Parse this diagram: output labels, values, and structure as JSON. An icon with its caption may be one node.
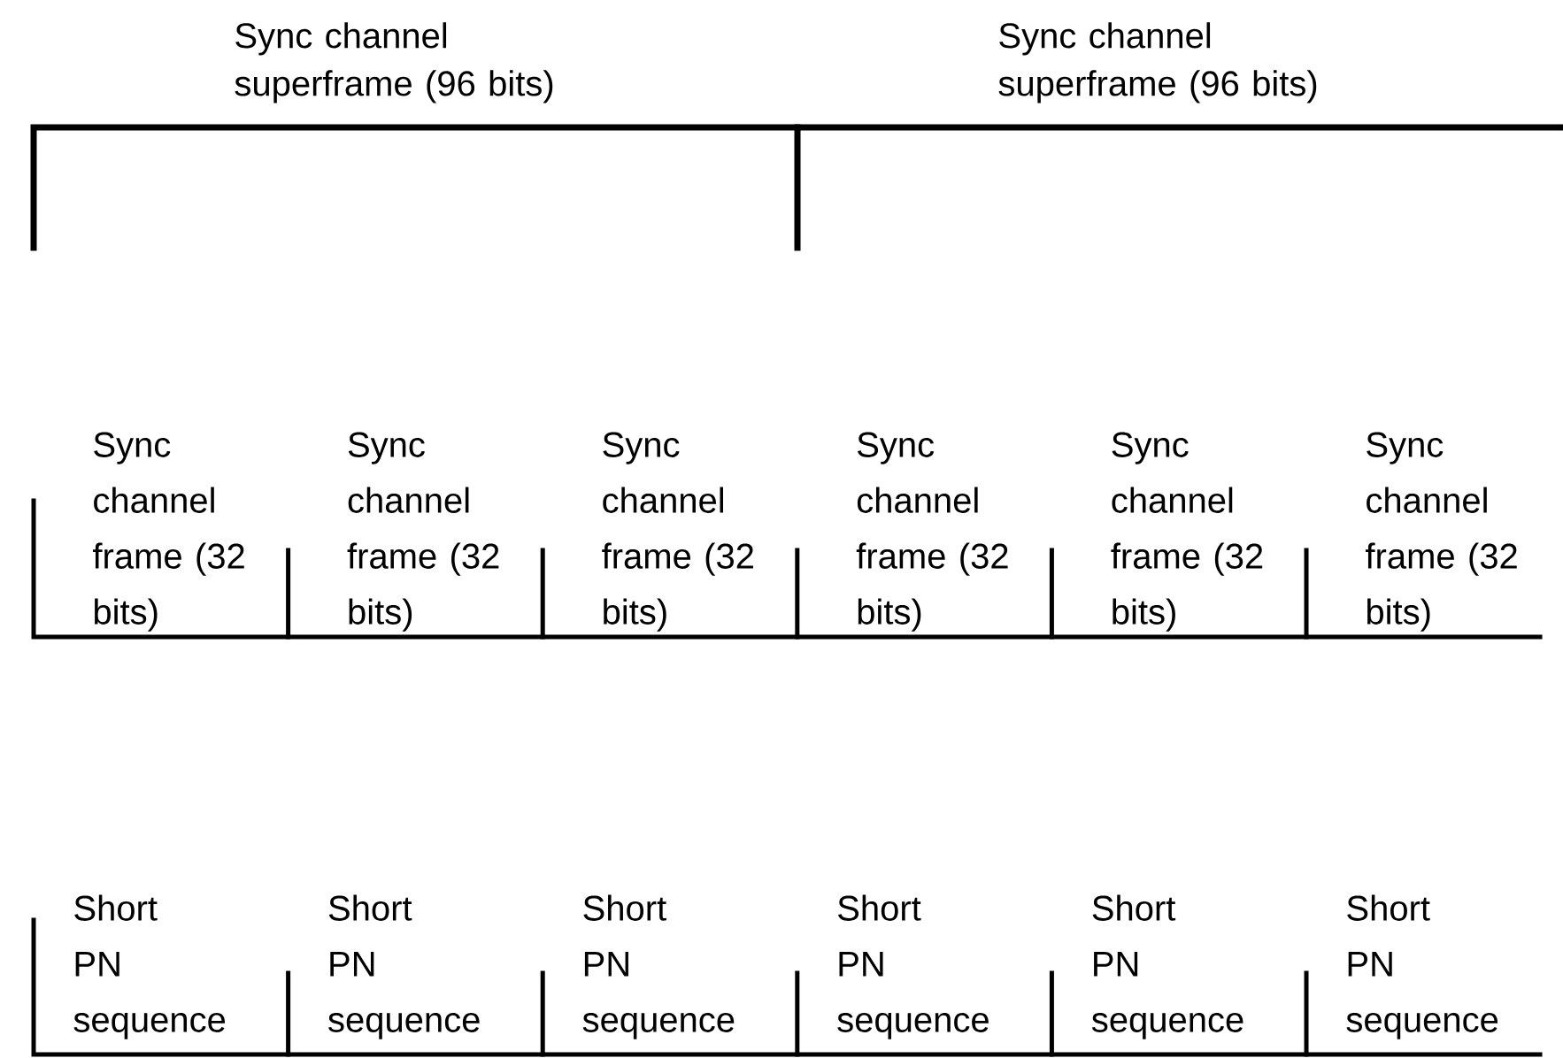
{
  "diagram": {
    "nodes": [
      {
        "text": [
          "Sync channel superframe (96 bits)"
        ]
      },
      {
        "text": [
          "Sync channel superframe (96 bits)"
        ]
      },
      {
        "text": [
          "Sync channel frame (32 bits)"
        ]
      },
      {
        "text": [
          "Sync channel frame (32 bits)"
        ]
      },
      {
        "text": [
          "Sync channel frame (32 bits)"
        ]
      },
      {
        "text": [
          "Sync channel frame (32 bits)"
        ]
      },
      {
        "text": [
          "Sync channel frame (32 bits)"
        ]
      },
      {
        "text": [
          "Sync channel frame (32 bits)"
        ]
      },
      {
        "text": [
          "Short PN sequence"
        ]
      },
      {
        "text": [
          "Short PN sequence"
        ]
      },
      {
        "text": [
          "Short PN sequence"
        ]
      },
      {
        "text": [
          "Short PN sequence"
        ]
      },
      {
        "text": [
          "Short PN sequence"
        ]
      },
      {
        "text": [
          "Short PN sequence"
        ]
      }
    ]
  }
}
